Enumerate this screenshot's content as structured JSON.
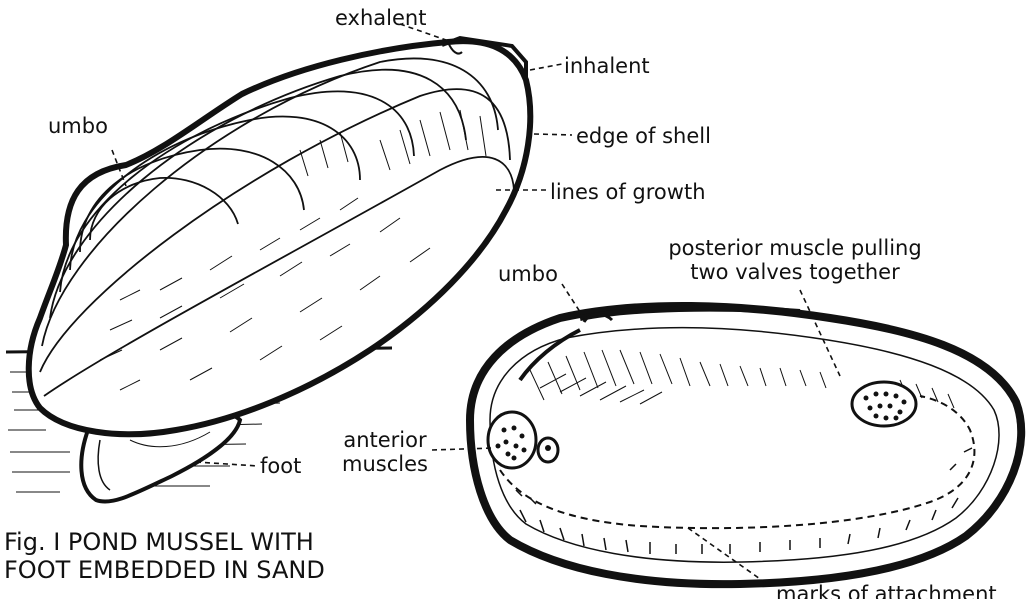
{
  "labels": {
    "exhalent": "exhalent",
    "inhalent": "inhalent",
    "umbo_left": "umbo",
    "edge_of_shell": "edge of shell",
    "lines_of_growth": "lines of growth",
    "foot": "foot",
    "posterior_line1": "posterior muscle pulling",
    "posterior_line2": "two valves together",
    "umbo_right": "umbo",
    "anterior_line1": "anterior",
    "anterior_line2": "muscles",
    "marks_of_attachment": "marks of attachment"
  },
  "caption": {
    "line1": "Fig. I  POND MUSSEL WITH",
    "line2": "FOOT EMBEDDED IN SAND"
  },
  "colors": {
    "ink": "#111111",
    "paper": "#ffffff"
  }
}
